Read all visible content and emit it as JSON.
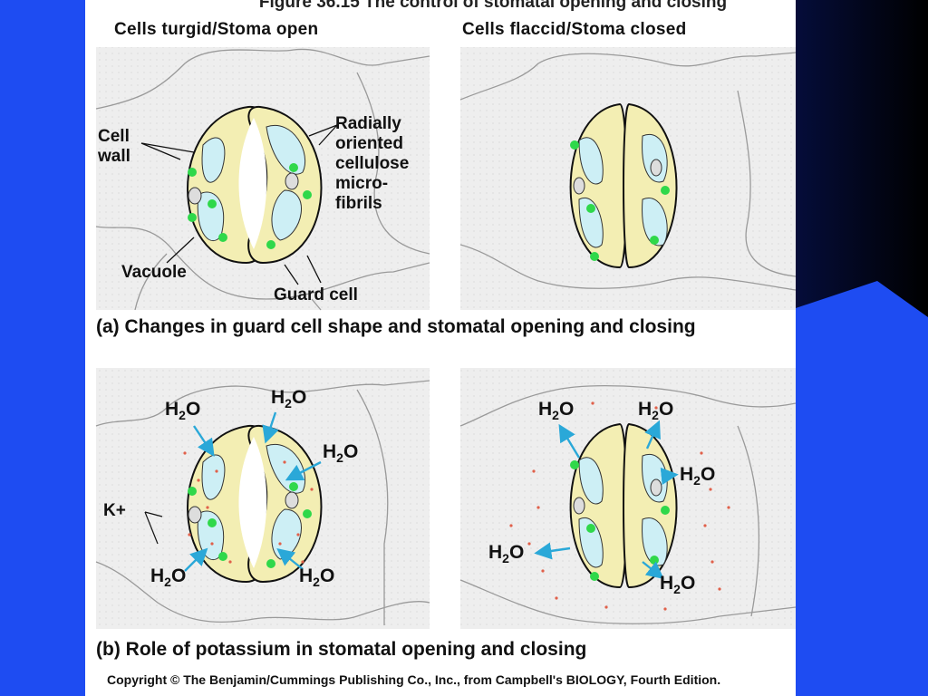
{
  "figure": {
    "title": "Figure 36.15 The control of stomatal opening and closing",
    "panel_a": {
      "left_heading": "Cells turgid/Stoma open",
      "right_heading": "Cells flaccid/Stoma closed",
      "labels": {
        "cell_wall": "Cell\nwall",
        "radially": "Radially\noriented\ncellulose\nmicro-\nfibrils",
        "vacuole": "Vacuole",
        "guard_cell": "Guard cell"
      },
      "caption": "(a) Changes in guard cell shape and stomatal opening and closing"
    },
    "panel_b": {
      "water": "H",
      "water_sub": "2",
      "water_end": "O",
      "k_label": "K+",
      "caption": "(b) Role of potassium in stomatal opening and closing"
    },
    "copyright": "Copyright © The Benjamin/Cummings Publishing Co., Inc., from Campbell's BIOLOGY, Fourth Edition."
  },
  "colors": {
    "slide_blue": "#1e4cf2",
    "tile_bg": "#efefef",
    "guard_cell_fill": "#f3eeb3",
    "vacuole_fill": "#cdeff5",
    "chloroplast": "#2fd84a",
    "arrow": "#2aa8d8",
    "potassium_dot": "#e0604a"
  }
}
